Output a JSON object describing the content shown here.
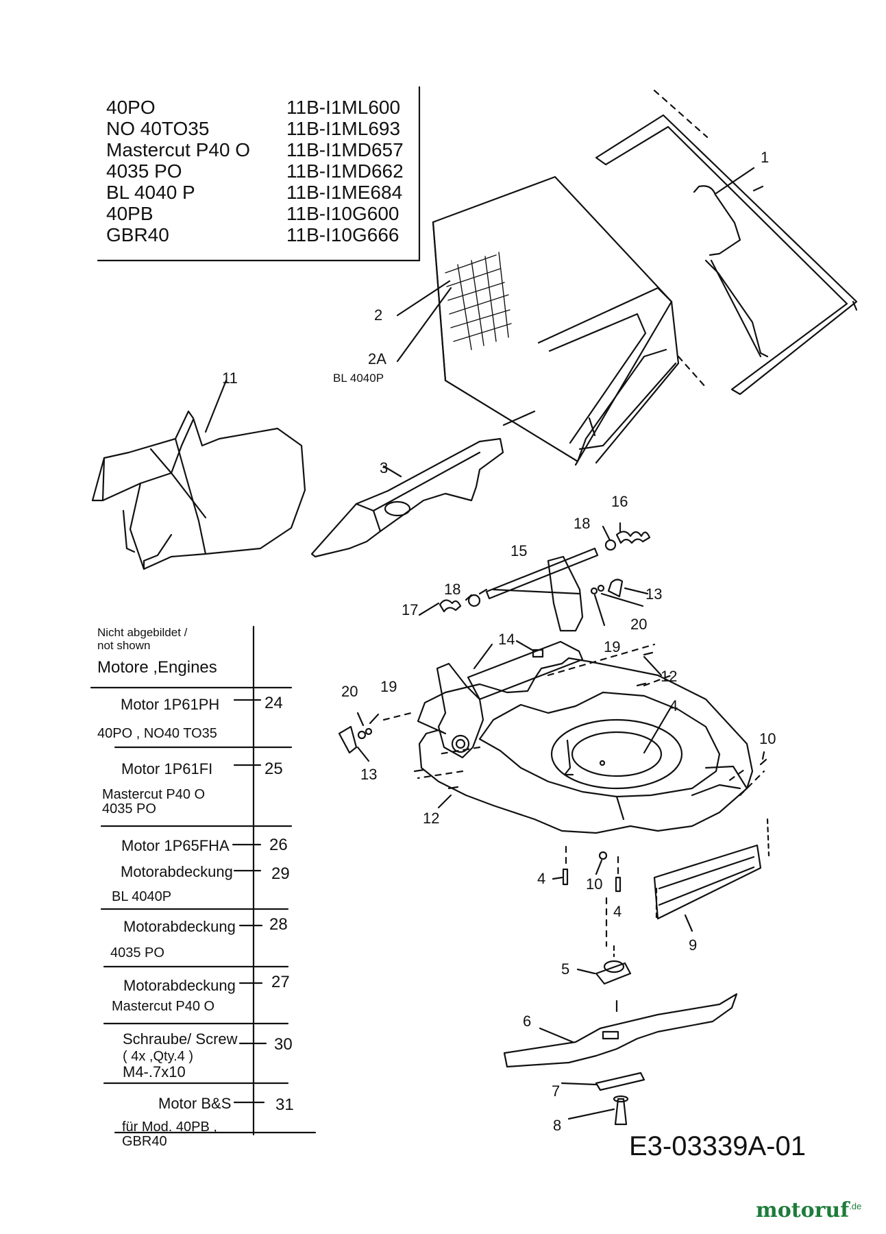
{
  "models": [
    {
      "name": "40PO",
      "code": "11B-I1ML600"
    },
    {
      "name": "NO 40TO35",
      "code": "11B-I1ML693"
    },
    {
      "name": "Mastercut P40 O",
      "code": "11B-I1MD657"
    },
    {
      "name": "4035 PO",
      "code": "11B-I1MD662"
    },
    {
      "name": "BL 4040 P",
      "code": "11B-I1ME684"
    },
    {
      "name": "40PB",
      "code": "11B-I10G600"
    },
    {
      "name": "GBR40",
      "code": "11B-I10G666"
    }
  ],
  "callouts": {
    "c1": "1",
    "c2": "2",
    "c2a": "2A",
    "c2a_note": "BL 4040P",
    "c3": "3",
    "c4a": "4",
    "c4b": "4",
    "c4c": "4",
    "c5": "5",
    "c6": "6",
    "c7": "7",
    "c8": "8",
    "c9": "9",
    "c10a": "10",
    "c10b": "10",
    "c11": "11",
    "c12a": "12",
    "c12b": "12",
    "c13a": "13",
    "c13b": "13",
    "c14": "14",
    "c15": "15",
    "c16": "16",
    "c17": "17",
    "c18a": "18",
    "c18b": "18",
    "c19a": "19",
    "c19b": "19",
    "c20a": "20",
    "c20b": "20"
  },
  "not_shown": {
    "heading": "Nicht abgebildet /",
    "heading2": "not shown",
    "title": "Motore ,Engines",
    "groups": [
      {
        "part": "Motor 1P61PH",
        "num": "24",
        "models": "40PO , NO40 TO35"
      },
      {
        "part": "Motor 1P61FI",
        "num": "25",
        "models": "Mastercut P40 O",
        "models2": "4035 PO"
      },
      {
        "part": "Motor 1P65FHA",
        "num": "26",
        "part2": "Motorabdeckung",
        "num2": "29",
        "models": "BL 4040P"
      },
      {
        "part": "Motorabdeckung",
        "num": "28",
        "models": "4035 PO"
      },
      {
        "part": "Motorabdeckung",
        "num": "27",
        "models": "Mastercut P40 O"
      },
      {
        "part": "Schraube/ Screw",
        "part_l2": "( 4x ,Qty.4 )",
        "part_l3": "M4-.7x10",
        "num": "30"
      },
      {
        "part": "Motor B&S",
        "num": "31",
        "models": "für Mod. 40PB ,",
        "models2": "GBR40"
      }
    ]
  },
  "diagram_code": "E3-03339A-01",
  "brand": {
    "name": "motoruf",
    "suffix": ".de",
    "color": "#1e7c3b"
  }
}
